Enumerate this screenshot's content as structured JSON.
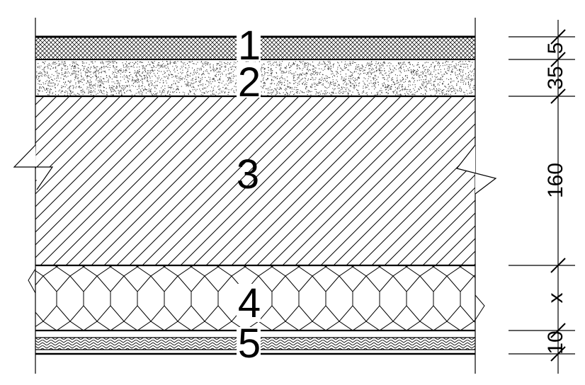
{
  "layers": [
    {
      "number": "1",
      "thickness": "5"
    },
    {
      "number": "2",
      "thickness": "35"
    },
    {
      "number": "3",
      "thickness": "160"
    },
    {
      "number": "4",
      "thickness": "x"
    },
    {
      "number": "5",
      "thickness": "10"
    }
  ]
}
